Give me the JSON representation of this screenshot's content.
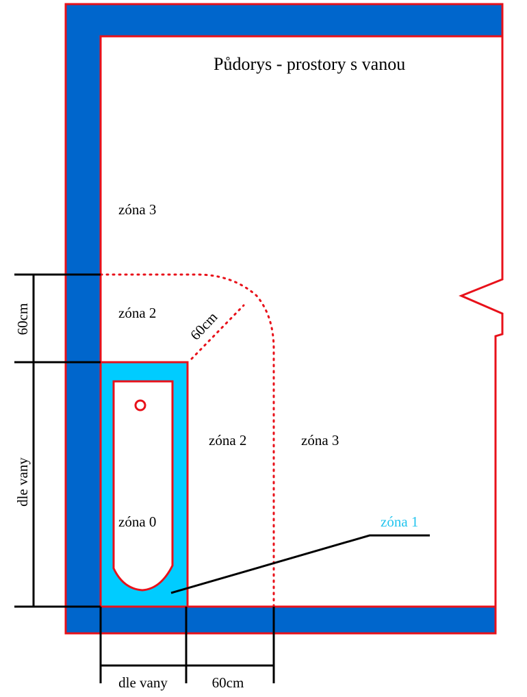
{
  "title": "Půdorys - prostory s vanou",
  "zones": {
    "zone3_top": "zóna 3",
    "zone2_top": "zóna 2",
    "zone2_mid": "zóna 2",
    "zone3_right": "zóna 3",
    "zone0": "zóna 0",
    "zone1": "zóna 1"
  },
  "dimensions": {
    "radius": "60cm",
    "left_top": "60cm",
    "left_bath": "dle vany",
    "bottom_bath": "dle vany",
    "bottom_right": "60cm"
  },
  "colors": {
    "wall": "#0066cc",
    "outline": "#e8111a",
    "bathtub": "#00ccff",
    "zone1_text": "#22c4ee",
    "dimension": "#000000"
  }
}
